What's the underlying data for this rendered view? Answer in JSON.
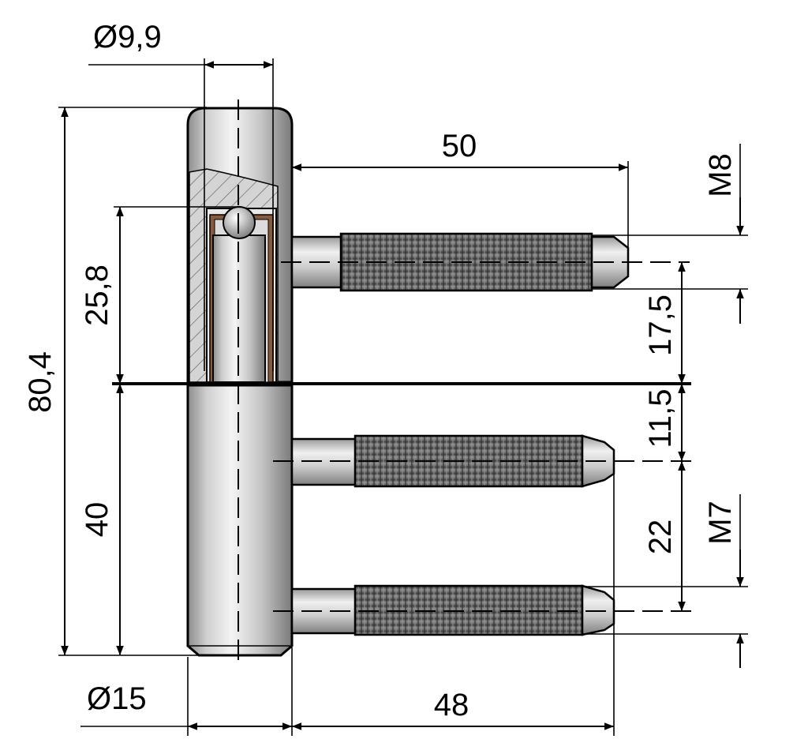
{
  "diagram": {
    "dimensions": {
      "pin_diameter": "Ø9,9",
      "sleeve_diameter": "Ø15",
      "total_height": "80,4",
      "upper_height": "25,8",
      "lower_height": "40",
      "upper_bolt_length": "50",
      "lower_bolt_length": "48",
      "upper_thread": "M8",
      "lower_thread": "M7",
      "upper_offset": "17,5",
      "lower_offset": "11,5",
      "bolt_spacing": "22"
    },
    "colors": {
      "metal_light": "#f2f2f2",
      "metal_mid": "#b9b9b9",
      "metal_dark": "#7d7d7d",
      "thread": "#5f5f5f",
      "bearing": "#8a5a3c",
      "line": "#000000"
    }
  }
}
